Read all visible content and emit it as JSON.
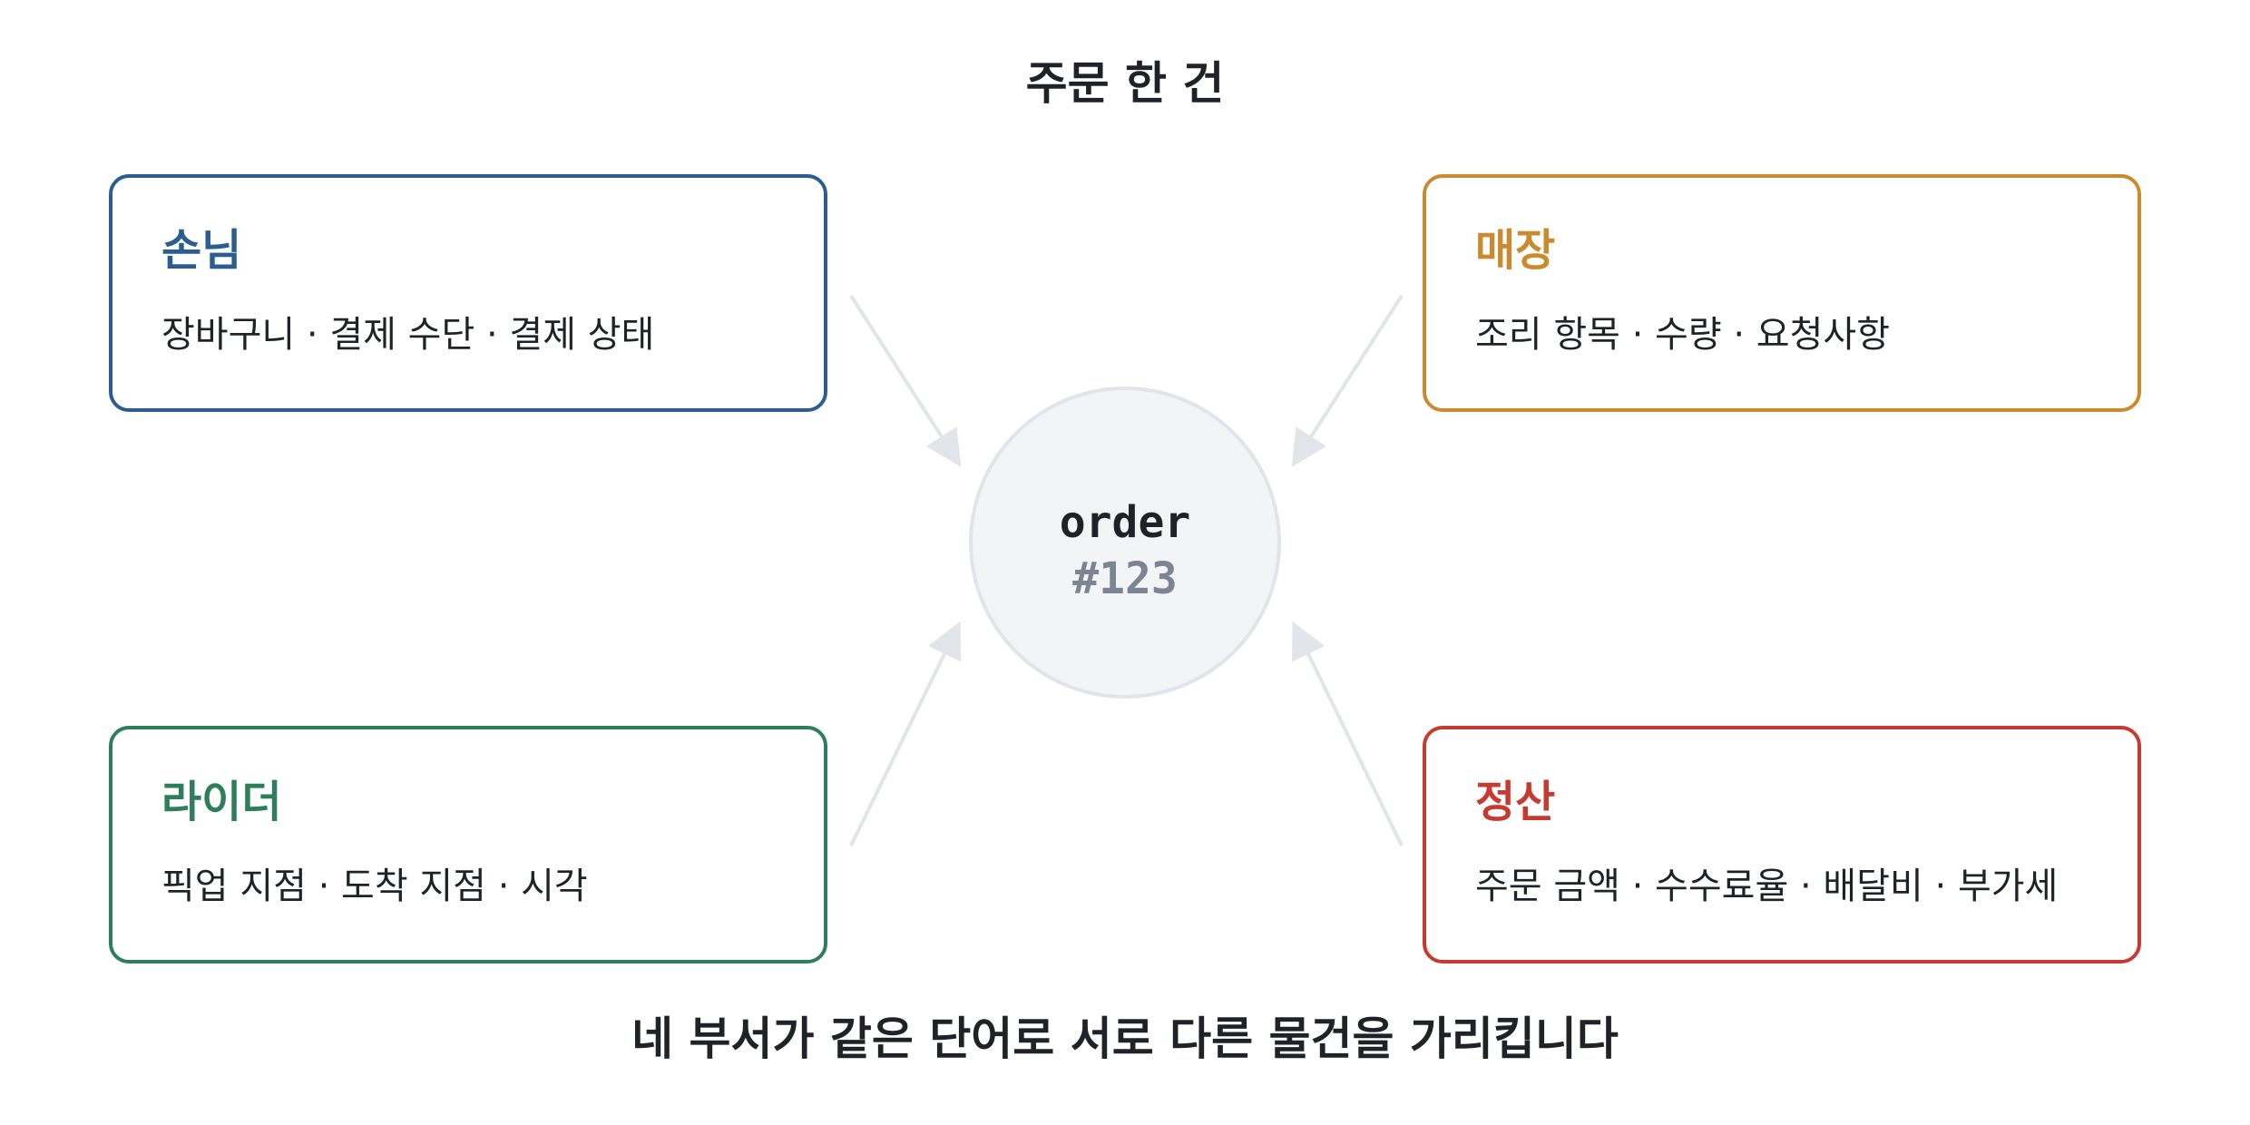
{
  "title": "주문 한 건",
  "hub": {
    "label": "order",
    "number": "#123"
  },
  "cards": {
    "customer": {
      "title": "손님",
      "fields": "장바구니 · 결제 수단 · 결제 상태",
      "color": "#2c5d8f"
    },
    "store": {
      "title": "매장",
      "fields": "조리 항목 · 수량 · 요청사항",
      "color": "#cc8a2e"
    },
    "rider": {
      "title": "라이더",
      "fields": "픽업 지점 · 도착 지점 · 시각",
      "color": "#2e7d5b"
    },
    "settlement": {
      "title": "정산",
      "fields": "주문 금액 · 수수료율 · 배달비 · 부가세",
      "color": "#c63a2f"
    }
  },
  "caption": "네 부서가 같은 단어로 서로 다른 물건을 가리킵니다",
  "colors": {
    "arrow": "#e1e4e8",
    "hub_fill": "#f3f4f6",
    "hub_number": "#7d8594"
  }
}
